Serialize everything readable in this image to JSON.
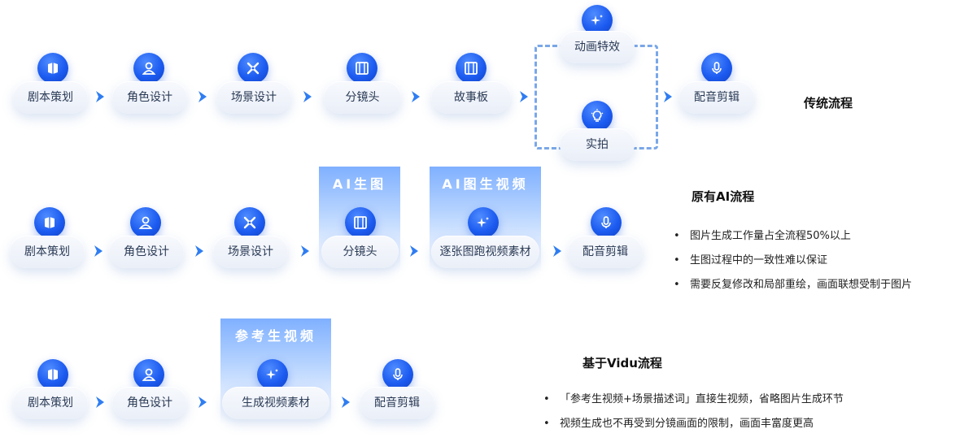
{
  "traditional": {
    "title": "传统流程",
    "steps": [
      "剧本策划",
      "角色设计",
      "场景设计",
      "分镜头",
      "故事板"
    ],
    "branch_top": "动画特效",
    "branch_bottom": "实拍",
    "final": "配音剪辑"
  },
  "original_ai": {
    "title": "原有AI流程",
    "steps": [
      "剧本策划",
      "角色设计",
      "场景设计"
    ],
    "highlight1_title": "AI生图",
    "highlight1_step": "分镜头",
    "highlight2_title": "AI图生视频",
    "highlight2_step": "逐张图跑视频素材",
    "final": "配音剪辑",
    "bullets": [
      "图片生成工作量占全流程50%以上",
      "生图过程中的一致性难以保证",
      "需要反复修改和局部重绘，画面联想受制于图片"
    ]
  },
  "vidu": {
    "title": "基于Vidu流程",
    "steps": [
      "剧本策划",
      "角色设计"
    ],
    "highlight_title": "参考生视频",
    "highlight_step": "生成视频素材",
    "final": "配音剪辑",
    "bullets": [
      "「参考生视频+场景描述词」直接生视频，省略图片生成环节",
      "视频生成也不再受到分镜画面的限制，画面丰富度更高"
    ]
  },
  "icons": {
    "book": "book-icon",
    "person": "person-icon",
    "scene": "scene-icon",
    "film": "film-icon",
    "sparkle": "sparkle-icon",
    "bulb": "bulb-icon",
    "mic": "mic-icon"
  },
  "colors": {
    "accent": "#1c5bf0",
    "arrow": "#2f7df2",
    "highlight": "#7fb0ff"
  }
}
